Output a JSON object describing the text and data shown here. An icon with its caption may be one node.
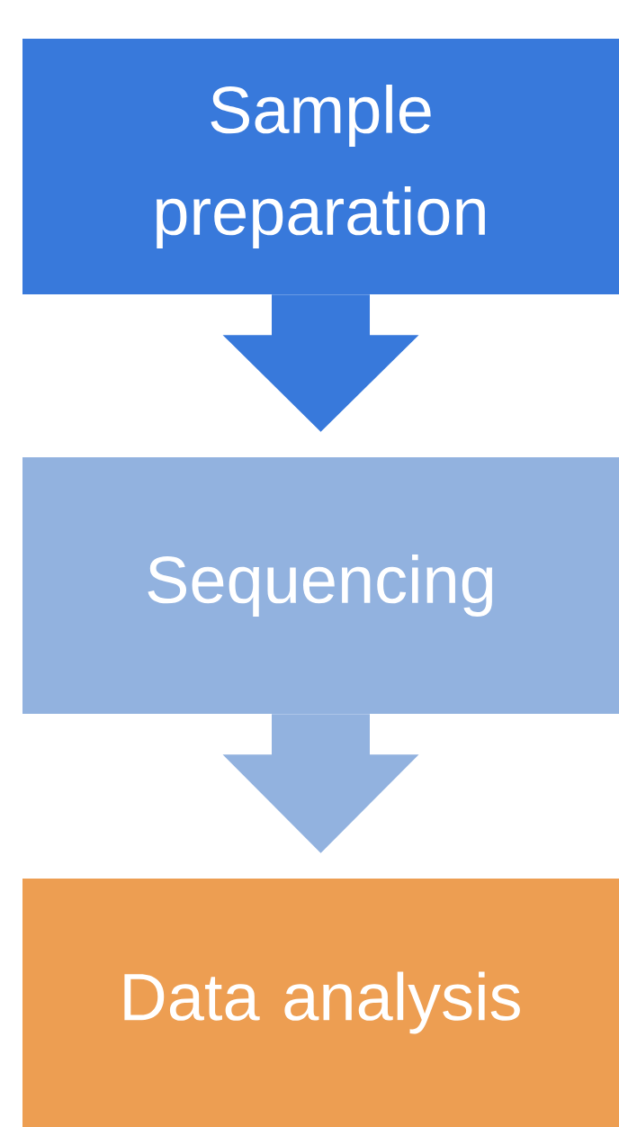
{
  "diagram": {
    "nodes": [
      {
        "text": [
          "Sample preparation"
        ]
      },
      {
        "text": [
          "Sequencing"
        ]
      },
      {
        "text": [
          "Data analysis"
        ]
      }
    ],
    "edges": [
      {
        "from": 0,
        "to": 1,
        "arrow": "to",
        "color": "#3879db"
      },
      {
        "from": 1,
        "to": 2,
        "arrow": "to",
        "color": "#92b2df"
      }
    ]
  }
}
